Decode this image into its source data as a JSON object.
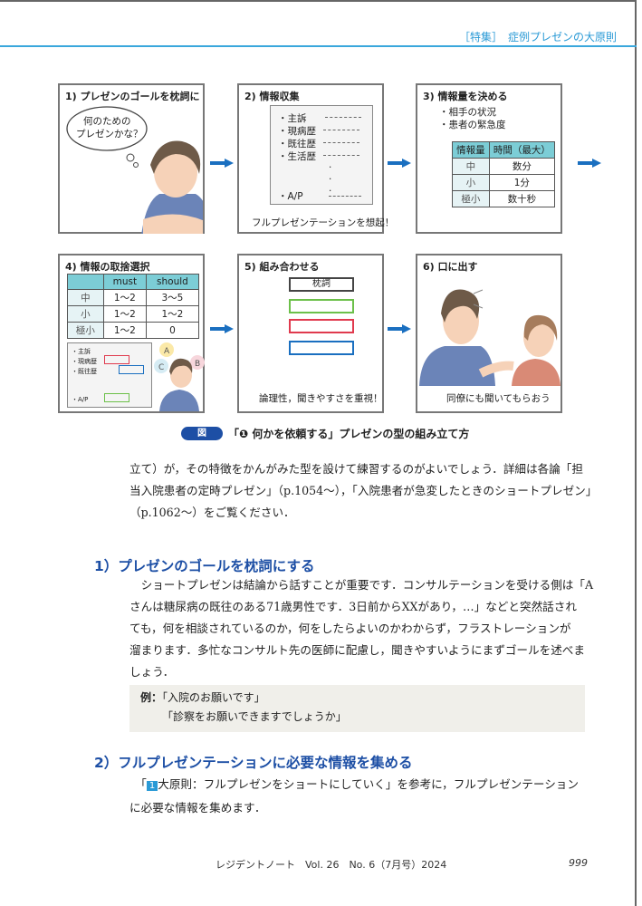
{
  "header": {
    "section": "［特集］　症例プレゼンの大原則"
  },
  "figure": {
    "p1": {
      "title": "1) プレゼンのゴールを枕詞に",
      "bubble1": "何のための",
      "bubble2": "プレゼンかな？"
    },
    "p2": {
      "title": "2) 情報収集",
      "items": [
        "・主訴",
        "・現病歴",
        "・既往歴",
        "・生活歴"
      ],
      "ap": "・A/P",
      "caption": "フルプレゼンテーションを想起！"
    },
    "p3": {
      "title": "3) 情報量を決める",
      "bullets": [
        "・相手の状況",
        "・患者の緊急度"
      ],
      "table": {
        "head": [
          "情報量",
          "時間（最大）"
        ],
        "rows": [
          [
            "中",
            "数分"
          ],
          [
            "小",
            "1分"
          ],
          [
            "極小",
            "数十秒"
          ]
        ]
      }
    },
    "p4": {
      "title": "4) 情報の取捨選択",
      "table": {
        "head": [
          "",
          "must",
          "should"
        ],
        "rows": [
          [
            "中",
            "1〜2",
            "3〜5"
          ],
          [
            "小",
            "1〜2",
            "1〜2"
          ],
          [
            "極小",
            "1〜2",
            "0"
          ]
        ]
      },
      "doc": [
        "・主訴",
        "・現病歴",
        "・既往歴",
        "・A/P"
      ],
      "labels": [
        "A",
        "B",
        "C"
      ]
    },
    "p5": {
      "title": "5) 組み合わせる",
      "box": "枕詞",
      "caption": "論理性，聞きやすさを重視！"
    },
    "p6": {
      "title": "6) 口に出す",
      "caption": "同僚にも聞いてもらおう"
    },
    "caption_tag": "図",
    "caption": "「❶ 何かを依頼する」プレゼンの型の組み立て方"
  },
  "body": {
    "intro": [
      "立て）が，その特徴をかんがみた型を設けて練習するのがよいでしょう．詳細は各論「担",
      "当入院患者の定時プレゼン」（p.1054〜），「入院患者が急変したときのショートプレゼン」",
      "（p.1062〜）をご覧ください．"
    ],
    "h1": "1）プレゼンのゴールを枕詞にする",
    "para1": [
      "　ショートプレゼンは結論から話すことが重要です．コンサルテーションを受ける側は「A",
      "さんは糖尿病の既往のある71歳男性です．3日前からXXがあり，…」などと突然話され",
      "ても，何を相談されているのか，何をしたらよいのかわからず，フラストレーションが",
      "溜まります．多忙なコンサルト先の医師に配慮し，聞きやすいようにまずゴールを述べま",
      "しょう．"
    ],
    "example_label": "例：",
    "example": [
      "「入院のお願いです」",
      "「診察をお願いできますでしょうか」"
    ],
    "h2": "2）フルプレゼンテーションに必要な情報を集める",
    "para2_badge": "1",
    "para2": [
      "大原則：フルプレゼンをショートにしていく」を参考に，フルプレゼンテーション",
      "に必要な情報を集めます．"
    ]
  },
  "footer": {
    "journal": "レジデントノート　Vol. 26　No. 6（7月号）2024",
    "page": "999"
  }
}
